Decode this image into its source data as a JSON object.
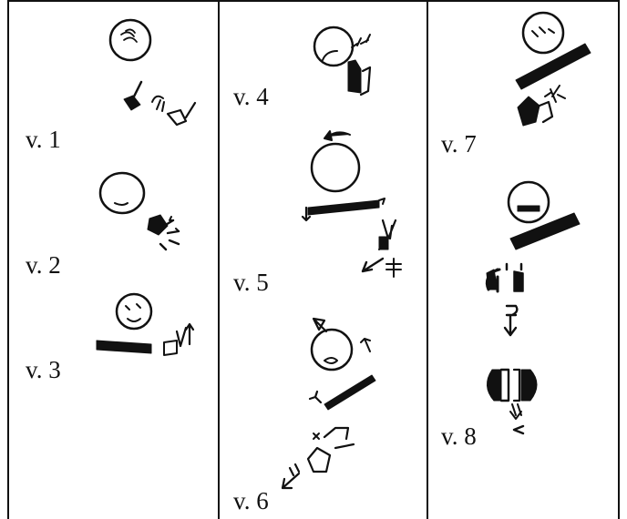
{
  "labels": {
    "v1": "v. 1",
    "v2": "v. 2",
    "v3": "v. 3",
    "v4": "v. 4",
    "v5": "v. 5",
    "v6": "v. 6",
    "v7": "v. 7",
    "v8": "v. 8"
  },
  "colors": {
    "ink": "#111111",
    "background": "#ffffff"
  }
}
